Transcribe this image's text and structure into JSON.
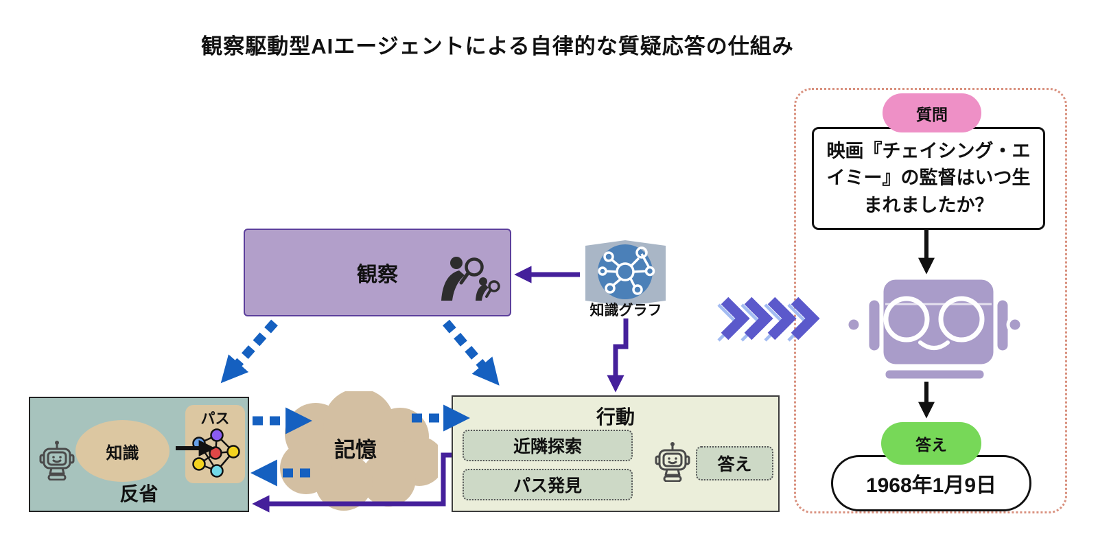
{
  "title": "観察駆動型AIエージェントによる自律的な質疑応答の仕組み",
  "observation": {
    "label": "観察"
  },
  "knowledge_graph": {
    "label": "知識グラフ"
  },
  "reflection": {
    "label": "反省",
    "knowledge": "知識",
    "path": "パス"
  },
  "memory": {
    "label": "記憶"
  },
  "action": {
    "label": "行動",
    "items": [
      {
        "label": "近隣探索"
      },
      {
        "label": "パス発見"
      }
    ],
    "answer": "答え"
  },
  "qa_panel": {
    "question_badge": "質問",
    "question": "映画『チェイシング・エイミー』の監督はいつ生まれましたか？",
    "answer_badge": "答え",
    "answer": "1968年1月9日"
  },
  "colors": {
    "observation_fill": "#b29fca",
    "observation_border": "#5b3e9b",
    "reflection_fill": "#a7c3bd",
    "action_fill": "#ebeeda",
    "sub_box_fill": "#cdd9c6",
    "tan": "#dcc7a1",
    "cloud": "#d3bfa2",
    "question_pink": "#ee90c6",
    "answer_green": "#77d858",
    "arrow_blue": "#1560c0",
    "arrow_purple": "#45209b",
    "chevron_blue": "#5b59cb",
    "panel_dash": "#d9917f",
    "robot_purple": "#a99cc9",
    "kg_circle_blue": "#4b80b8",
    "kg_shield_gray": "#a9b6c6"
  }
}
